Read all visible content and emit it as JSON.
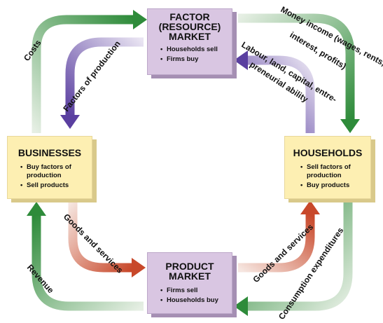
{
  "factor_market": {
    "title": "FACTOR (RESOURCE) MARKET",
    "bullets": [
      "Households sell",
      "Firms buy"
    ]
  },
  "product_market": {
    "title": "PRODUCT MARKET",
    "bullets": [
      "Firms sell",
      "Households buy"
    ]
  },
  "businesses": {
    "title": "BUSINESSES",
    "bullets": [
      "Buy factors of production",
      "Sell products"
    ]
  },
  "households": {
    "title": "HOUSEHOLDS",
    "bullets": [
      "Sell factors of production",
      "Buy products"
    ]
  },
  "flows": {
    "costs": "Costs",
    "factors_of_production": "Factors of production",
    "money_income": "Money income (wages, rents,",
    "money_income_2": "interest, profits)",
    "resources": "Labour, land, capital, entre-",
    "resources_2": "preneurial ability",
    "goods_services_left": "Goods and services",
    "goods_services_right": "Goods and services",
    "revenue": "Revenue",
    "consumption": "Consumption expenditures"
  },
  "colors": {
    "money_flow": "#2e8b3a",
    "factor_flow": "#5a3fa0",
    "goods_flow": "#c8482a",
    "box_beige": "#fdefb2",
    "box_lavender": "#d9c6e2"
  }
}
